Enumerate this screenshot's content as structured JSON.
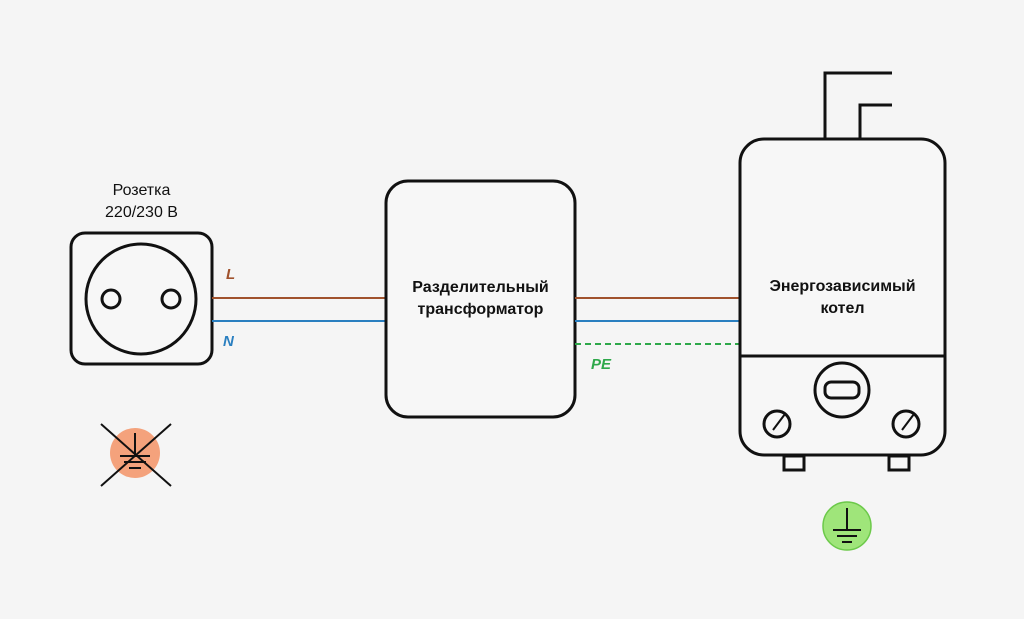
{
  "socket": {
    "title_line1": "Розетка",
    "title_line2": "220/230 В"
  },
  "transformer": {
    "label_line1": "Разделительный",
    "label_line2": "трансформатор"
  },
  "boiler": {
    "label_line1": "Энергозависимый",
    "label_line2": "котел"
  },
  "wires": {
    "L": {
      "label": "L",
      "color": "#a0522d"
    },
    "N": {
      "label": "N",
      "color": "#2a7fc0"
    },
    "PE": {
      "label": "PE",
      "color": "#2ea84a"
    }
  },
  "ground_crossed": {
    "fill": "#f4a27c",
    "icon": "ground-crossed-icon"
  },
  "ground_ok": {
    "fill": "#9fe57a",
    "icon": "ground-icon"
  }
}
